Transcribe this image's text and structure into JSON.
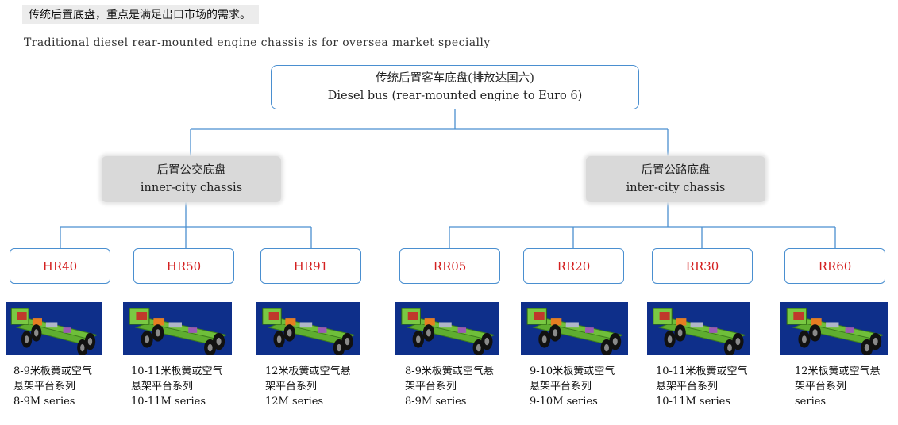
{
  "header": {
    "cn": "传统后置底盘，重点是满足出口市场的需求。",
    "en": "Traditional diesel  rear-mounted engine chassis is for oversea market specially"
  },
  "root": {
    "cn": "传统后置客车底盘(排放达国六)",
    "en": "Diesel bus (rear-mounted engine to Euro 6)"
  },
  "categories": [
    {
      "cn": "后置公交底盘",
      "en": "inner-city  chassis"
    },
    {
      "cn": "后置公路底盘",
      "en": "inter-city chassis"
    }
  ],
  "models": [
    {
      "name": "HR40",
      "cap1": "8-9米板簧或空气",
      "cap2": "悬架平台系列",
      "cap3": "8-9M series"
    },
    {
      "name": "HR50",
      "cap1": "10-11米板簧或空气",
      "cap2": "悬架平台系列",
      "cap3": "10-11M series"
    },
    {
      "name": "HR91",
      "cap1": "12米板簧或空气悬",
      "cap2": "架平台系列",
      "cap3": "12M series"
    },
    {
      "name": "RR05",
      "cap1": "8-9米板簧或空气悬",
      "cap2": "架平台系列",
      "cap3": "8-9M  series"
    },
    {
      "name": "RR20",
      "cap1": "9-10米板簧或空气",
      "cap2": "悬架平台系列",
      "cap3": "9-10M  series"
    },
    {
      "name": "RR30",
      "cap1": "10-11米板簧或空气",
      "cap2": "悬架平台系列",
      "cap3": "10-11M series"
    },
    {
      "name": "RR60",
      "cap1": "12米板簧或空气悬",
      "cap2": "架平台系列",
      "cap3": "series"
    }
  ],
  "colors": {
    "box_border": "#4a8fd0",
    "model_text": "#d42020",
    "line": "#4a8fd0",
    "category_fill": "#d9d9d9",
    "thumb_bg": "#0e2f8a"
  },
  "icons": {
    "thumbnail": "bus-chassis-render"
  }
}
